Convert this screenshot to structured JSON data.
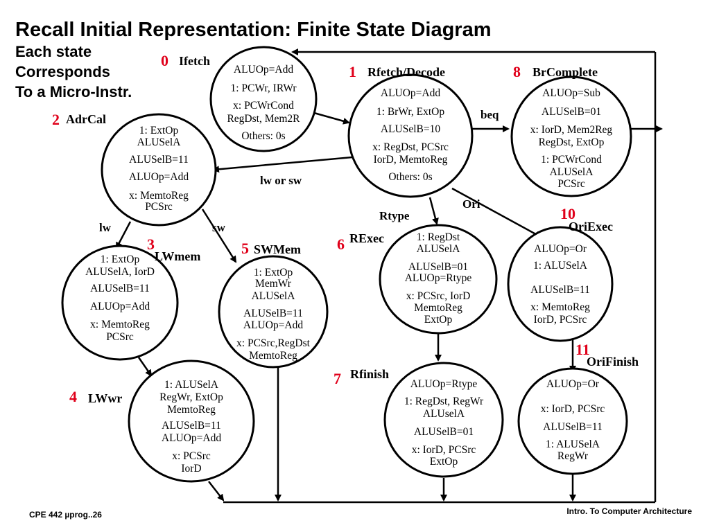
{
  "slide": {
    "title": "Recall Initial Representation: Finite State Diagram",
    "subtitle_lines": [
      "Each state",
      "Corresponds",
      "To a Micro-Instr."
    ],
    "footer_left": "CPE 442  µprog..26",
    "footer_right": "Intro. To Computer Architecture"
  },
  "colors": {
    "state_number": "#e0001a",
    "ink": "#000000"
  },
  "states": [
    {
      "num": "0",
      "name": "Ifetch",
      "lines": [
        "ALUOp=Add",
        "1: PCWr, IRWr",
        "x: PCWrCond",
        "RegDst, Mem2R",
        "Others: 0s"
      ]
    },
    {
      "num": "1",
      "name": "Rfetch/Decode",
      "lines": [
        "ALUOp=Add",
        "1: BrWr, ExtOp",
        "ALUSelB=10",
        "x: RegDst, PCSrc",
        "IorD, MemtoReg",
        "Others: 0s"
      ]
    },
    {
      "num": "8",
      "name": "BrComplete",
      "lines": [
        "ALUOp=Sub",
        "ALUSelB=01",
        "x: IorD, Mem2Reg",
        "RegDst, ExtOp",
        "1: PCWrCond",
        "ALUSelA",
        "PCSrc"
      ]
    },
    {
      "num": "2",
      "name": "AdrCal",
      "lines": [
        "1: ExtOp",
        "ALUSelA",
        "ALUSelB=11",
        "ALUOp=Add",
        "x: MemtoReg",
        "PCSrc"
      ]
    },
    {
      "num": "3",
      "name": "LWmem",
      "lines": [
        "1: ExtOp",
        "ALUSelA, IorD",
        "ALUSelB=11",
        "ALUOp=Add",
        "x: MemtoReg",
        "PCSrc"
      ]
    },
    {
      "num": "5",
      "name": "SWMem",
      "lines": [
        "1: ExtOp",
        "MemWr",
        "ALUSelA",
        "ALUSelB=11",
        "ALUOp=Add",
        "x: PCSrc,RegDst",
        "MemtoReg"
      ]
    },
    {
      "num": "6",
      "name": "RExec",
      "lines": [
        "1: RegDst",
        "ALUSelA",
        "ALUSelB=01",
        "ALUOp=Rtype",
        "x: PCSrc, IorD",
        "MemtoReg",
        "ExtOp"
      ]
    },
    {
      "num": "10",
      "name": "OriExec",
      "lines": [
        "ALUOp=Or",
        "1: ALUSelA",
        "ALUSelB=11",
        "x: MemtoReg",
        "IorD, PCSrc"
      ]
    },
    {
      "num": "4",
      "name": "LWwr",
      "lines": [
        "1: ALUSelA",
        "RegWr, ExtOp",
        "MemtoReg",
        "ALUSelB=11",
        "ALUOp=Add",
        "x: PCSrc",
        "IorD"
      ]
    },
    {
      "num": "7",
      "name": "Rfinish",
      "lines": [
        "ALUOp=Rtype",
        "1: RegDst, RegWr",
        "ALUselA",
        "ALUSelB=01",
        "x: IorD, PCSrc",
        "ExtOp"
      ]
    },
    {
      "num": "11",
      "name": "OriFinish",
      "lines": [
        "ALUOp=Or",
        "x: IorD, PCSrc",
        "ALUSelB=11",
        "1: ALUSelA",
        "RegWr"
      ]
    }
  ],
  "transitions": {
    "beq": "beq",
    "lw_or_sw": "lw or sw",
    "lw": "lw",
    "sw": "sw",
    "rtype": "Rtype",
    "ori": "Ori"
  }
}
